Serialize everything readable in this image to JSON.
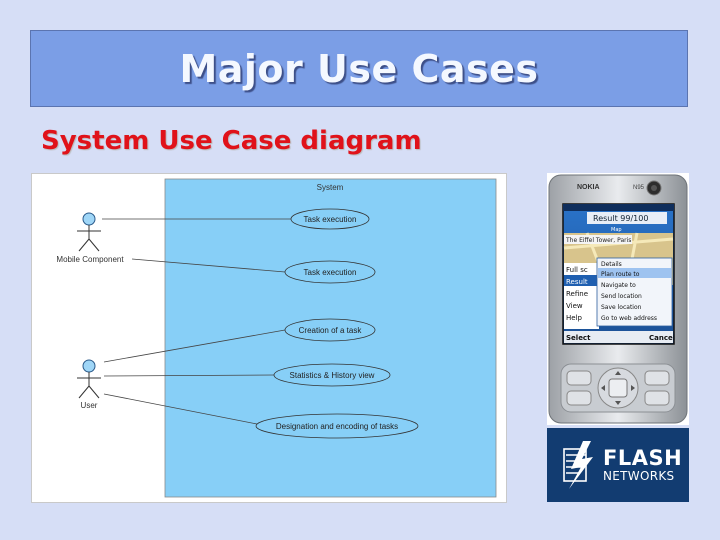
{
  "slide": {
    "title": "Major Use Cases",
    "subtitle": "System Use Case diagram"
  },
  "diagram": {
    "header_note": "",
    "system_label": "System",
    "actors": [
      {
        "name": "Mobile Component"
      },
      {
        "name": "User"
      }
    ],
    "use_cases": [
      {
        "label": "Task execution"
      },
      {
        "label": "Task execution"
      },
      {
        "label": "Creation of a task"
      },
      {
        "label": "Statistics & History view"
      },
      {
        "label": "Designation and encoding of tasks"
      }
    ],
    "colors": {
      "system_fill": "#87cff7",
      "actor_head": "#9fd6f7"
    }
  },
  "phone": {
    "brand": "NOKIA",
    "model": "N95",
    "screen": {
      "result_text": "Result 99/100",
      "map_label": "Map",
      "place": "The Eiffel Tower, Paris",
      "list_items": [
        "Full sc",
        "Result",
        "Refine",
        "View",
        "Help"
      ],
      "menu_items": [
        "Details",
        "Plan route to",
        "Navigate to",
        "Send location",
        "Save location",
        "Go to web address"
      ],
      "left_softkey": "Select",
      "right_softkey": "Cancel"
    }
  },
  "logo": {
    "line1": "FLASH",
    "line2": "NETWORKS",
    "color": "#123c71"
  }
}
